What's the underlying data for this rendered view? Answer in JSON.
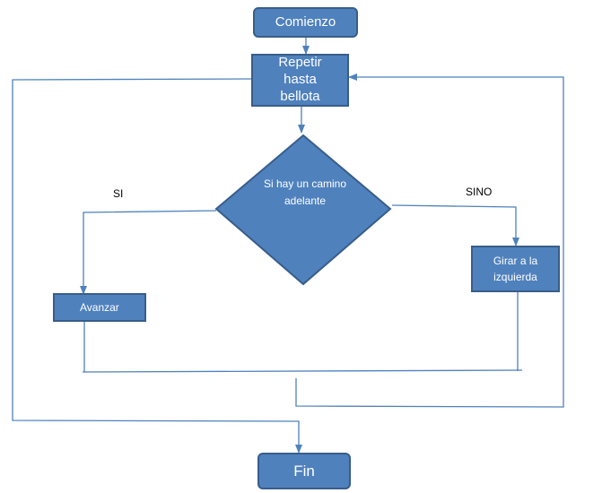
{
  "nodes": {
    "start": "Comienzo",
    "repeat": "Repetir hasta bellota",
    "condition": "Si hay un camino adelante",
    "forward": "Avanzar",
    "turn_left": "Girar a la izquierda",
    "end": "Fin"
  },
  "branches": {
    "yes": "SI",
    "no": "SINO"
  },
  "colors": {
    "node_fill": "#4f81bd",
    "node_border": "#385d8a",
    "connector": "#4f81bd",
    "text_on_node": "#ffffff"
  }
}
